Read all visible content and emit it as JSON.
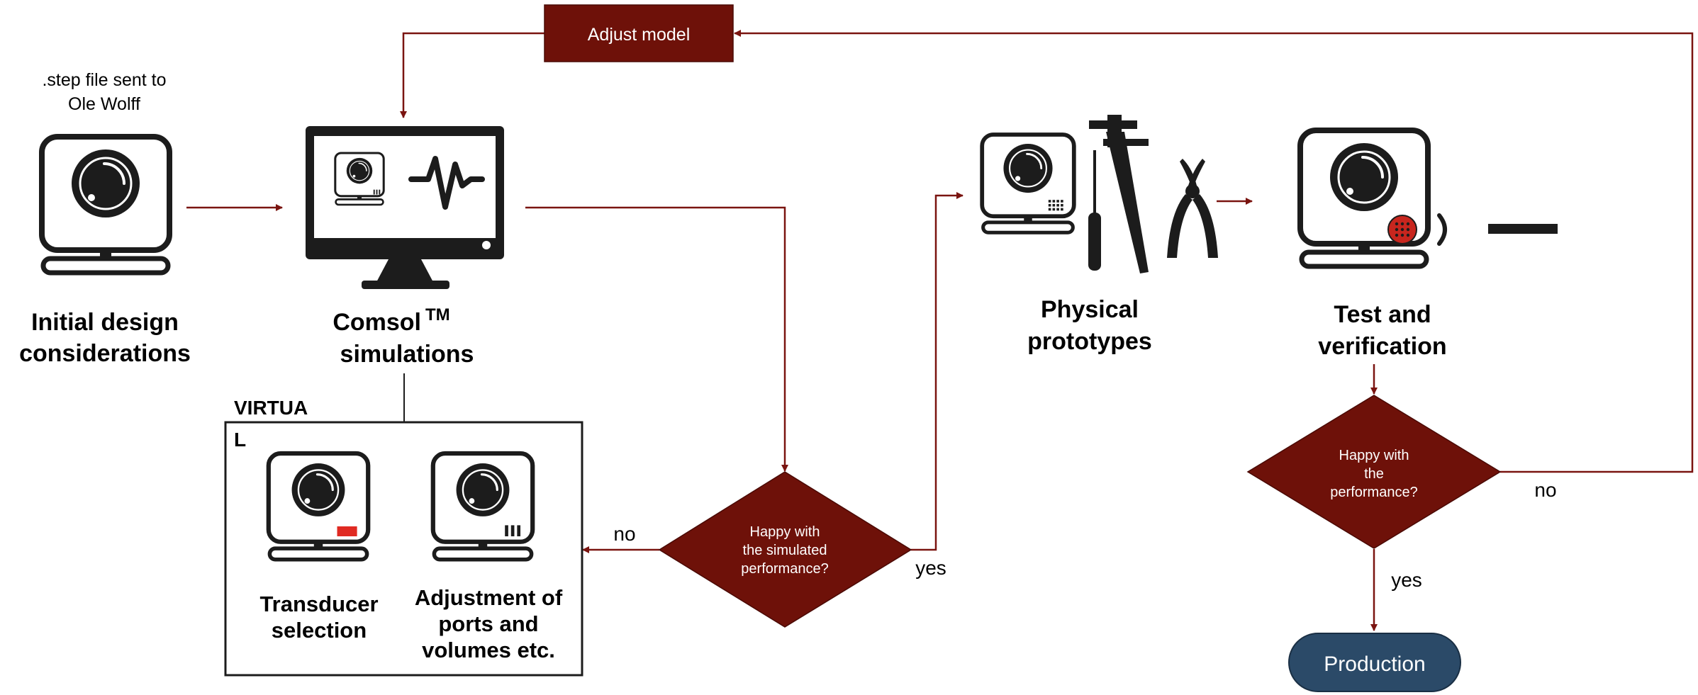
{
  "colors": {
    "flow_line": "#7a1410",
    "node_fill": "#6e1109",
    "production_fill": "#2b4a68",
    "icon": "#1c1c1c",
    "accent_red": "#e02a22",
    "speaker_red": "#c8261e",
    "text": "#000000",
    "white": "#ffffff"
  },
  "nodes": {
    "adjust_model": "Adjust model",
    "step_note_line1": ".step file sent to",
    "step_note_line2": "Ole Wolff",
    "initial_line1": "Initial design",
    "initial_line2": "considerations",
    "comsol_line1": "Comsol",
    "comsol_tm": "TM",
    "comsol_line2": "simulations",
    "virtual_line1": "VIRTUA",
    "virtual_line2": "L",
    "transducer_line1": "Transducer",
    "transducer_line2": "selection",
    "adjustment_line1": "Adjustment of",
    "adjustment_line2": "ports and",
    "adjustment_line3": "volumes etc.",
    "decision1_line1": "Happy with",
    "decision1_line2": "the simulated",
    "decision1_line3": "performance?",
    "decision1_no": "no",
    "decision1_yes": "yes",
    "physical_line1": "Physical",
    "physical_line2": "prototypes",
    "test_line1": "Test and",
    "test_line2": "verification",
    "decision2_line1": "Happy with",
    "decision2_line2": "the",
    "decision2_line3": "performance?",
    "decision2_no": "no",
    "decision2_yes": "yes",
    "production": "Production"
  },
  "icons": [
    "speaker-device-icon",
    "computer-monitor-icon",
    "waveform-icon",
    "caliper-icon",
    "screwdriver-icon",
    "pliers-icon",
    "sound-wave-icon",
    "measurement-bar-icon"
  ]
}
